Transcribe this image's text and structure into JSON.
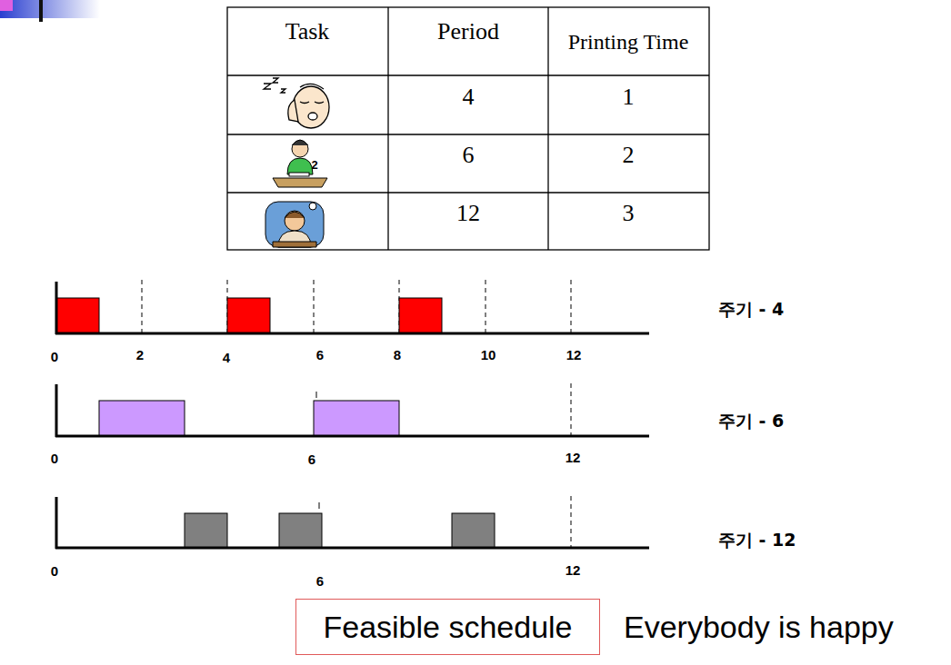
{
  "diagram": {
    "nodes": [
      {
        "text": [
          "Feasible schedule"
        ]
      }
    ],
    "labels": [
      "Task",
      "Period",
      "Printing Time",
      "4",
      "1",
      "2",
      "6",
      "2",
      "12",
      "3",
      "0",
      "2",
      "4",
      "6",
      "8",
      "10",
      "12",
      "주기 - 4",
      "0",
      "6",
      "12",
      "주기 - 6",
      "0",
      "6",
      "12",
      "주기 - 12",
      "Everybody is happy"
    ]
  }
}
